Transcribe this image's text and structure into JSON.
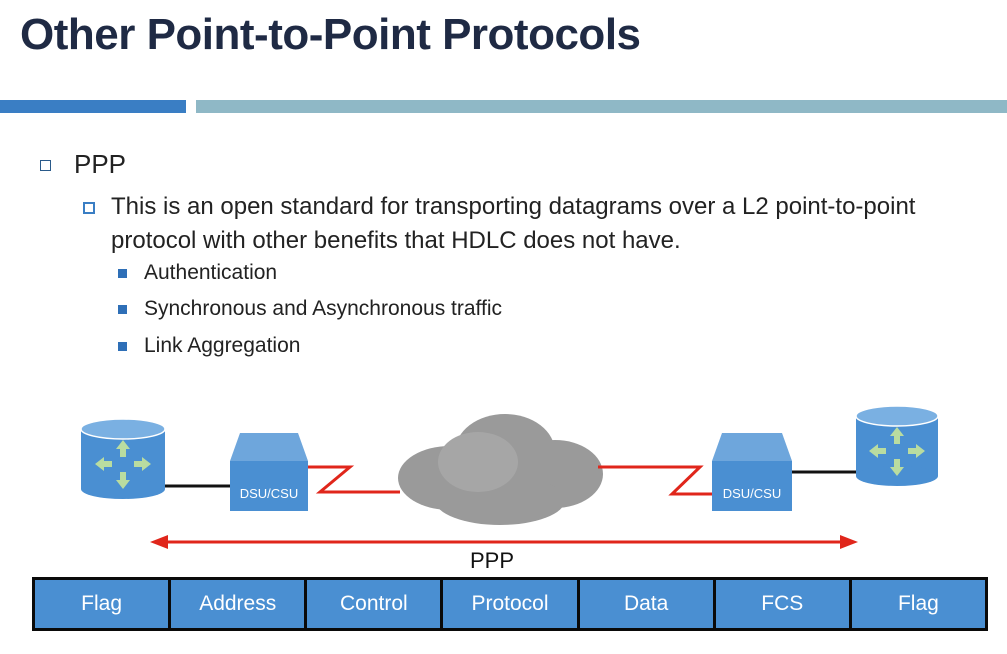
{
  "slide": {
    "title": "Other Point-to-Point Protocols",
    "level1": "PPP",
    "level2": "This is an open standard for transporting datagrams over a L2 point-to-point protocol with other benefits that HDLC does not have.",
    "level3": [
      "Authentication",
      "Synchronous and Asynchronous traffic",
      "Link Aggregation"
    ]
  },
  "diagram": {
    "left_device_label": "DSU/CSU",
    "right_device_label": "DSU/CSU",
    "span_label": "PPP"
  },
  "frame_fields": [
    "Flag",
    "Address",
    "Control",
    "Protocol",
    "Data",
    "FCS",
    "Flag"
  ],
  "colors": {
    "accent_blue": "#3a7ec4",
    "light_bar": "#8fb8c6",
    "link_red": "#e0261b",
    "field_blue": "#4a8fd2"
  }
}
